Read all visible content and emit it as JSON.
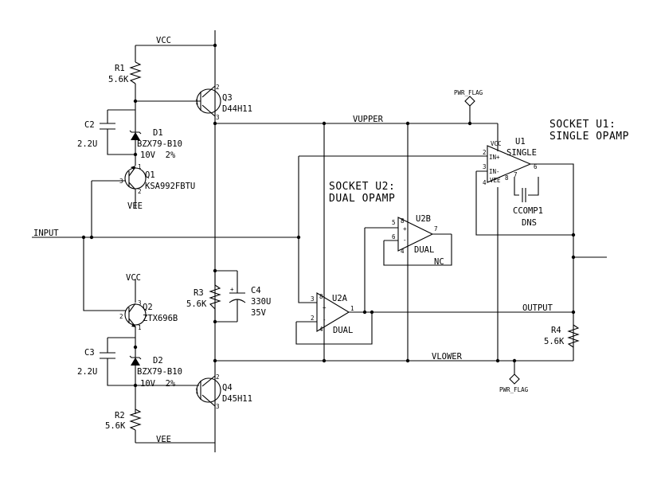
{
  "nets": {
    "vcc_top": "VCC",
    "vcc_q2": "VCC",
    "vee_q1": "VEE",
    "vee_bottom": "VEE",
    "vupper": "VUPPER",
    "vlower": "VLOWER",
    "input": "INPUT",
    "output": "OUTPUT",
    "pwr_flag_top": "PWR_FLAG",
    "pwr_flag_bottom": "PWR_FLAG"
  },
  "components": {
    "r1": {
      "ref": "R1",
      "value": "5.6K"
    },
    "r2": {
      "ref": "R2",
      "value": "5.6K"
    },
    "r3": {
      "ref": "R3",
      "value": "5.6K"
    },
    "r4": {
      "ref": "R4",
      "value": "5.6K"
    },
    "c2": {
      "ref": "C2",
      "value": "2.2U"
    },
    "c3": {
      "ref": "C3",
      "value": "2.2U"
    },
    "c4": {
      "ref": "C4",
      "value": "330U",
      "rating": "35V"
    },
    "d1": {
      "ref": "D1",
      "value": "BZX79-B10",
      "spec": "10V  2%"
    },
    "d2": {
      "ref": "D2",
      "value": "BZX79-B10",
      "spec": "10V  2%"
    },
    "q1": {
      "ref": "Q1",
      "value": "KSA992FBTU"
    },
    "q2": {
      "ref": "Q2",
      "value": "ZTX696B"
    },
    "q3": {
      "ref": "Q3",
      "value": "D44H11"
    },
    "q4": {
      "ref": "Q4",
      "value": "D45H11"
    },
    "u1": {
      "ref": "U1",
      "value": "SINGLE",
      "pins": {
        "vcc": "VCC",
        "inp": "IN+",
        "inn": "IN-",
        "vee": "VEE",
        "p2": "2",
        "p3": "3",
        "p4": "4",
        "p6": "6",
        "p7": "7",
        "p8": "8"
      }
    },
    "u2a": {
      "ref": "U2A",
      "value": "DUAL",
      "pins": {
        "p1": "1",
        "p2": "2",
        "p3": "3",
        "p4": "4",
        "p8": "8"
      }
    },
    "u2b": {
      "ref": "U2B",
      "value": "DUAL",
      "nc": "NC",
      "pins": {
        "p5": "5",
        "p6": "6",
        "p7": "7",
        "p8": "8",
        "p4": "4"
      }
    },
    "ccomp1": {
      "ref": "CCOMP1",
      "value": "DNS"
    }
  },
  "labels": {
    "socket_u1": [
      "SOCKET U1:",
      "SINGLE OPAMP"
    ],
    "socket_u2": [
      "SOCKET U2:",
      "DUAL OPAMP"
    ]
  },
  "pin_numbers": {
    "one": "1",
    "two": "2",
    "three": "3"
  }
}
